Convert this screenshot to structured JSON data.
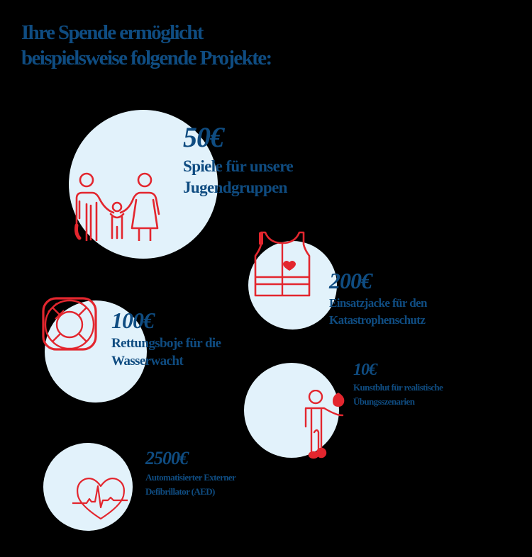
{
  "headline": {
    "line1": "Ihre Spende ermöglicht",
    "line2": "beispielsweise folgende Projekte:"
  },
  "colors": {
    "primary_text": "#0f4c81",
    "icon_red": "#e3262e",
    "circle_fill": "#e2f2fb",
    "background": "#000000"
  },
  "projects": [
    {
      "price": "50€",
      "line1": "Spiele für unsere",
      "line2": "Jugendgruppen",
      "icon": "family-icon"
    },
    {
      "price": "200€",
      "line1": "Einsatzjacke für den",
      "line2": "Katastrophenschutz",
      "icon": "vest-icon"
    },
    {
      "price": "100€",
      "line1": "Rettungsboje für die",
      "line2": "Wasserwacht",
      "icon": "lifebuoy-icon"
    },
    {
      "price": "10€",
      "line1": "Kunstblut für realistische",
      "line2": "Übungsszenarien",
      "icon": "injured-person-icon"
    },
    {
      "price": "2500€",
      "line1": "Automatisierter Externer",
      "line2": "Defibrillator (AED)",
      "icon": "heart-ecg-icon"
    }
  ]
}
